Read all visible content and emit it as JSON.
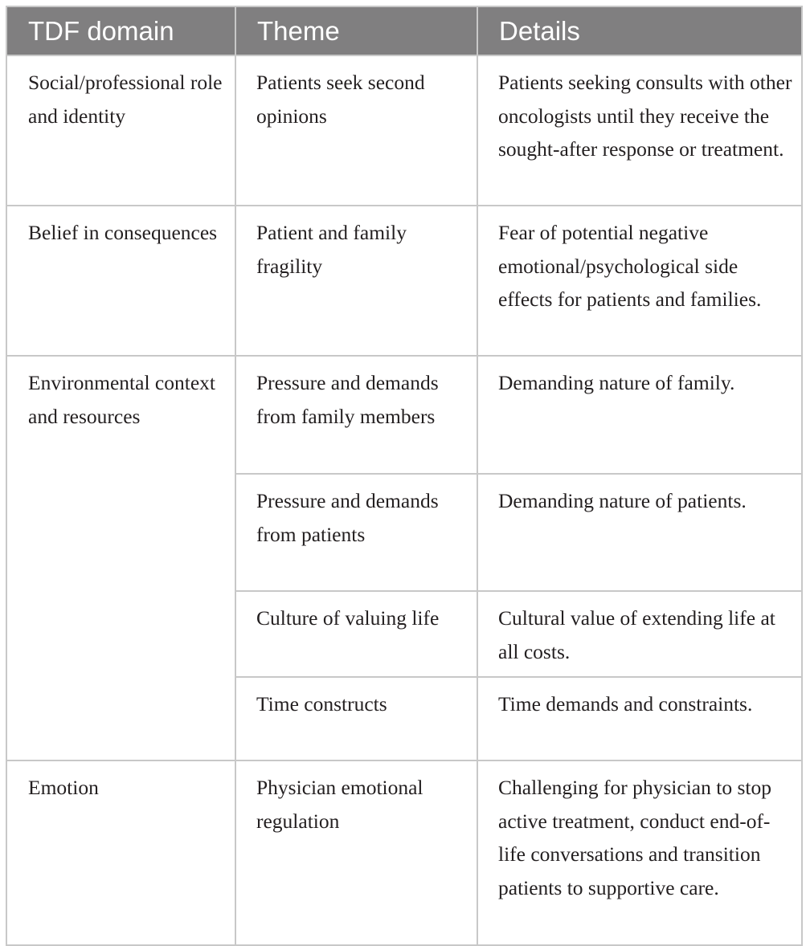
{
  "table": {
    "headers": [
      "TDF domain",
      "Theme",
      "Details"
    ],
    "rows": [
      {
        "domain": "Social/professional role and identity",
        "theme": "Patients seek second opinions",
        "details": "Patients seeking consults with other oncologists until they receive the sought-after response or treatment."
      },
      {
        "domain": "Belief in consequences",
        "theme": "Patient and family fragility",
        "details": "Fear of potential negative emotional/psychological side effects for patients and families."
      },
      {
        "domain": "Environmental context and resources",
        "theme": "Pressure and demands from family members",
        "details": "Demanding nature of family."
      },
      {
        "domain": "",
        "theme": "Pressure and demands from patients",
        "details": "Demanding nature of patients."
      },
      {
        "domain": "",
        "theme": "Culture of valuing life",
        "details": "Cultural value of extending life at all costs."
      },
      {
        "domain": "",
        "theme": "Time constructs",
        "details": "Time demands and constraints."
      },
      {
        "domain": "Emotion",
        "theme": "Physician emotional regulation",
        "details": "Challenging for physician to stop active treatment, conduct end-of-life conversations and transition patients to supportive care."
      }
    ]
  }
}
